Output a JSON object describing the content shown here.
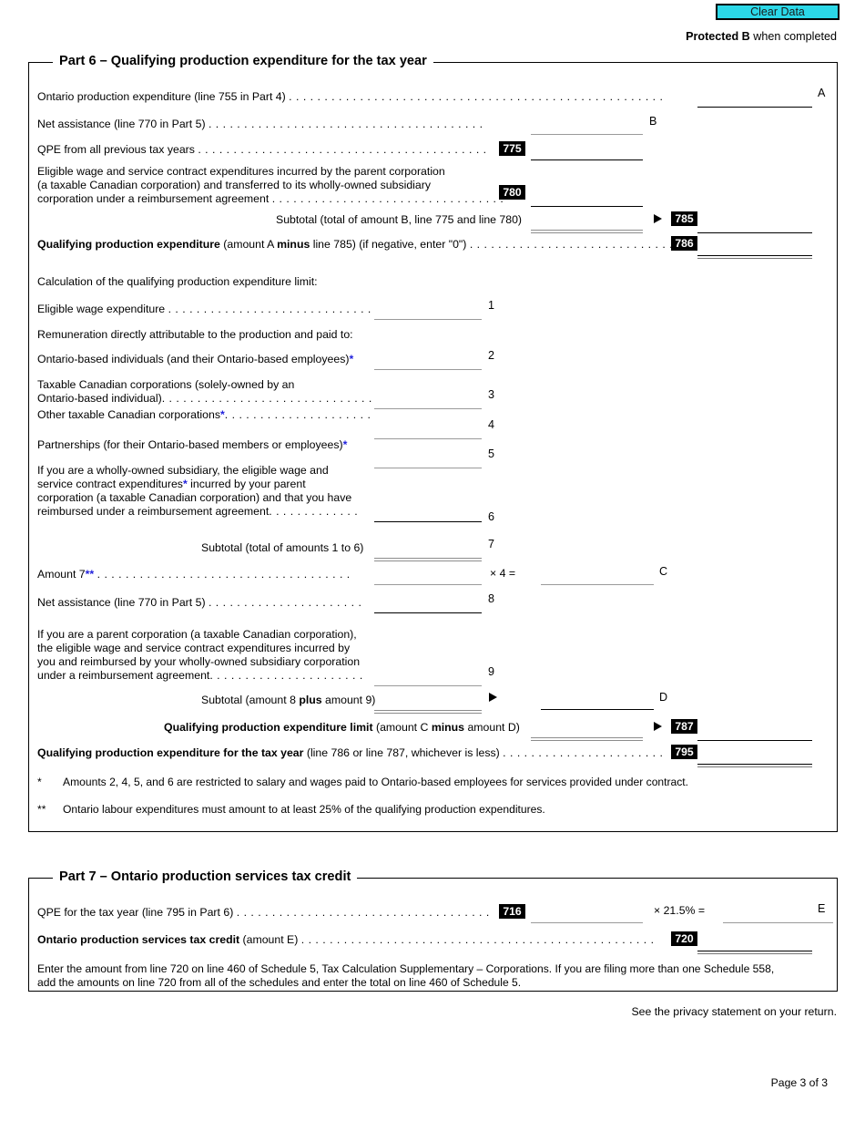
{
  "header": {
    "clear_data_label": "Clear Data",
    "protected_bold": "Protected B",
    "protected_rest": " when completed"
  },
  "part6": {
    "title": "Part 6 – Qualifying production expenditure for the tax year",
    "rows": {
      "ontario_production_expenditure": "Ontario production expenditure (line 755 in Part 4)",
      "ontario_production_expenditure_dots": ". . . . . . . . . . . . . . . . . . . . . . . . . . . . . . . . . . . . . . . . . . . . . . . . . . . . .",
      "letter_a": "A",
      "net_assistance": "Net assistance (line 770 in Part 5)",
      "net_assistance_dots": ". . . . . . . . . . . . . . . . . . . . . . . . . . . . . . . . . . . . . . .",
      "letter_b": "B",
      "qpe_previous": "QPE from all previous tax years",
      "qpe_previous_dots": ". . . . . . . . . . . . . . . . . . . . . . . . . . . . . . . . . . . . . . . . .",
      "line_775": "775",
      "eligible_wage_l1": "Eligible wage and service contract expenditures incurred by the parent corporation",
      "eligible_wage_l2": "(a taxable Canadian corporation) and transferred to its wholly-owned subsidiary",
      "eligible_wage_l3": "corporation under a reimbursement agreement",
      "eligible_wage_dots": ". . . . . . . . . . . . . . . . . . . . . . . . . . . . . . . . .",
      "line_780": "780",
      "subtotal_b": "Subtotal (total of amount B, line 775 and line 780)",
      "line_785": "785",
      "qpe_bold": "Qualifying production expenditure",
      "qpe_rest": " (amount A ",
      "qpe_minus": "minus",
      "qpe_rest2": " line 785) (if negative, enter \"0\")",
      "qpe_dots": ". . . . . . . . . . . . . . . . . . . . . . . . . . . . .",
      "line_786": "786",
      "calc_intro": "Calculation of the qualifying production expenditure limit:",
      "eligible_wage_exp": "Eligible wage expenditure",
      "eligible_wage_exp_dots": ". . . . . . . . . . . . . . . . . . . . . . . . . . . . .",
      "num_1": "1",
      "remuneration_intro": "Remuneration directly attributable to the production and paid to:",
      "ontario_individuals": "Ontario-based individuals (and their Ontario-based employees)",
      "num_2": "2",
      "taxable_cdn_l1": "Taxable Canadian corporations (solely-owned by an",
      "taxable_cdn_l2": "Ontario-based individual)",
      "taxable_cdn_dots": ". . . . . . . . . . . . . . . . . . . . . . . . . . . . . .",
      "num_3": "3",
      "other_taxable": "Other taxable Canadian corporations",
      "other_taxable_dots": ". . . . . . . . . . . . . . . . . . . . .",
      "num_4": "4",
      "partnerships": "Partnerships (for their Ontario-based members or employees)",
      "num_5": "5",
      "subsidiary_l1": "If you are a wholly-owned subsidiary, the eligible wage and",
      "subsidiary_l2a": "service contract expenditures",
      "subsidiary_l2b": " incurred by your parent",
      "subsidiary_l3": "corporation (a taxable Canadian corporation) and that you have",
      "subsidiary_l4": "reimbursed under a reimbursement agreement",
      "subsidiary_dots": ". . . . . . . . . . . . .",
      "num_6": "6",
      "subtotal_1to6": "Subtotal (total of amounts 1 to 6)",
      "num_7": "7",
      "amount_7": "Amount 7",
      "amount_7_dots": ". . . . . . . . . . . . . . . . . . . . . . . . . . . . . . . . . . . .",
      "times_4": "× 4  =",
      "letter_c": "C",
      "net_assistance_2": "Net assistance (line 770 in Part 5)",
      "net_assistance_2_dots": ". . . . . . . . . . . . . . . . . . . . . .",
      "num_8": "8",
      "parent_l1": "If you are a parent corporation (a taxable Canadian corporation),",
      "parent_l2": "the eligible wage and service contract expenditures incurred by",
      "parent_l3": "you and reimbursed by your wholly-owned subsidiary corporation",
      "parent_l4": "under a reimbursement agreement",
      "parent_dots": ". . . . . . . . . . . . . . . . . . . . . .",
      "num_9": "9",
      "subtotal_8plus9_a": "Subtotal (amount 8 ",
      "subtotal_8plus9_plus": "plus",
      "subtotal_8plus9_b": " amount 9)",
      "letter_d": "D",
      "qpe_limit_bold": "Qualifying production expenditure limit",
      "qpe_limit_a": " (amount C ",
      "qpe_limit_minus": "minus",
      "qpe_limit_b": " amount D)",
      "line_787": "787",
      "qpe_year_bold": "Qualifying production expenditure for the tax year",
      "qpe_year_rest": " (line 786 or line 787, whichever is less)",
      "qpe_year_dots": ". . . . . . . . . . . . . . . . . . . . . . .",
      "line_795": "795",
      "footnote1_mark": "*",
      "footnote1": "Amounts 2, 4, 5, and 6 are restricted to salary and wages paid to Ontario-based employees for services provided under contract.",
      "footnote2_mark": "**",
      "footnote2": "Ontario labour expenditures must amount to at least 25% of the qualifying production expenditures."
    }
  },
  "part7": {
    "title": "Part 7 – Ontario production services tax credit",
    "rows": {
      "qpe_for_year": "QPE for the tax year (line 795 in Part 6)",
      "qpe_for_year_dots": ". . . . . . . . . . . . . . . . . . . . . . . . . . . . . . . . . . . .",
      "line_716": "716",
      "times_rate": "× 21.5% =",
      "letter_e": "E",
      "credit_bold": "Ontario production services tax credit",
      "credit_rest": " (amount E)",
      "credit_dots": ". . . . . . . . . . . . . . . . . . . . . . . . . . . . . . . . . . . . . . . . . . . . . . . . . .",
      "line_720": "720",
      "instruction_l1": "Enter the amount from line 720 on line 460 of Schedule 5, Tax Calculation Supplementary – Corporations. If you are filing more than one Schedule 558,",
      "instruction_l2": "add the amounts on line 720 from all of the schedules and enter the total on line 460 of Schedule 5."
    }
  },
  "footer": {
    "privacy": "See the privacy statement on your return.",
    "page": "Page 3 of 3"
  },
  "colors": {
    "clear_data_fill": "#2BD8E8",
    "asterisk_blue": "#2222dd"
  }
}
